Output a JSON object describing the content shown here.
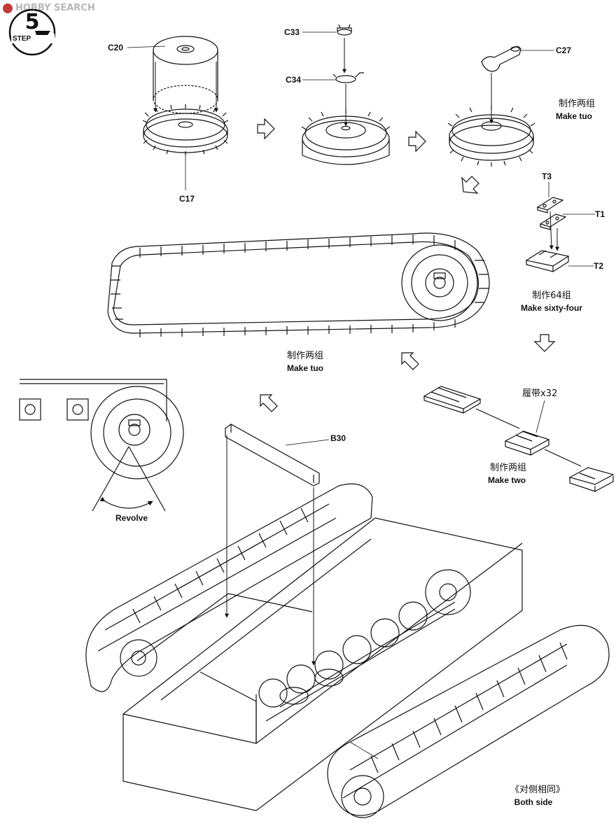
{
  "watermark": {
    "text": "HOBBY SEARCH"
  },
  "step": {
    "number": "5",
    "word": "STEP"
  },
  "parts": {
    "c20": "C20",
    "c17": "C17",
    "c33": "C33",
    "c34": "C34",
    "c27": "C27",
    "t3": "T3",
    "t1": "T1",
    "t2": "T2",
    "b30": "B30"
  },
  "notes": {
    "make_two_1_zh": "制作两组",
    "make_two_1_en": "Make tuo",
    "make_64_zh": "制作64组",
    "make_64_en": "Make  sixty-four",
    "track_x32": "履带x32",
    "make_two_2_zh": "制作两组",
    "make_two_2_en": "Make two",
    "make_two_3_zh": "制作两组",
    "make_two_3_en": "Make tuo",
    "revolve": "Revolve",
    "both_side_zh": "《对侧相同》",
    "both_side_en": "Both side"
  },
  "colors": {
    "ink": "#111111",
    "paper": "#ffffff",
    "watermark": "#b8b8b8"
  }
}
